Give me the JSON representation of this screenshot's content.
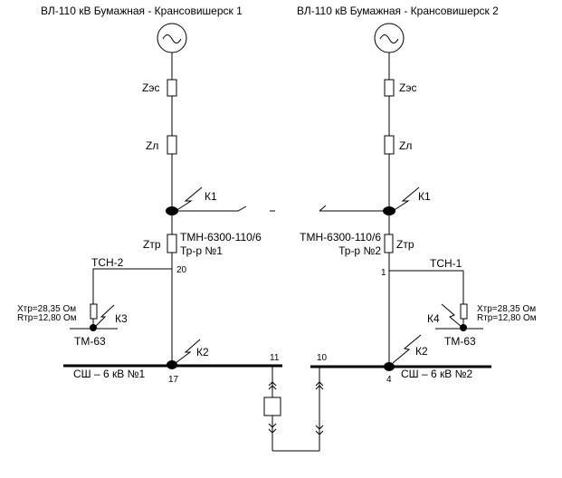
{
  "titles": {
    "line1": "ВЛ-110 кВ Бумажная - Кpансовишеpск 1",
    "line2": "ВЛ-110 кВ Бумажная - Кpансовишеpск 2"
  },
  "left": {
    "zes": "Zэс",
    "zl": "Zл",
    "k1": "К1",
    "ztr": "Zтр",
    "transformer": "ТМН-6300-110/6",
    "trnum": "Тр-р №1",
    "node_top": "20",
    "tsn": "ТСН-2",
    "xtr": "Xтр=28,35 Ом",
    "rtr": "Rтр=12,80 Ом",
    "k3": "К3",
    "tm": "ТМ-63",
    "k2": "К2",
    "bus": "СШ – 6 кВ №1",
    "node_bus": "17",
    "node_feeder": "11"
  },
  "right": {
    "zes": "Zэс",
    "zl": "Zл",
    "k1": "К1",
    "ztr": "Zтр",
    "transformer": "ТМН-6300-110/6",
    "trnum": "Тр-р №2",
    "node_top": "1",
    "tsn": "ТСН-1",
    "xtr": "Xтр=28,35 Ом",
    "rtr": "Rтр=12,80 Ом",
    "k4": "К4",
    "tm": "ТМ-63",
    "k2": "К2",
    "bus": "СШ – 6 кВ №2",
    "node_bus": "4",
    "node_feeder": "10"
  }
}
